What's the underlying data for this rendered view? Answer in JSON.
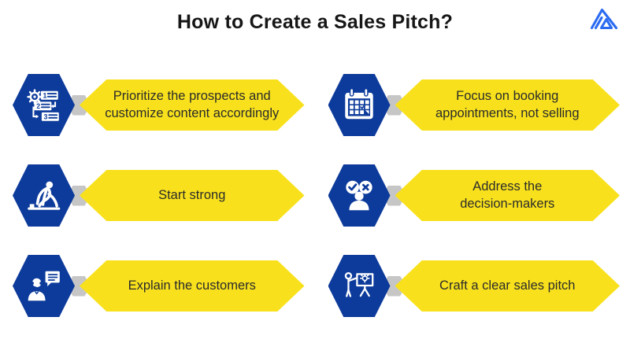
{
  "title": "How to Create a Sales Pitch?",
  "brand": {
    "logo_icon": "mountain-logo-icon",
    "logo_color": "#2a6bf2"
  },
  "colors": {
    "background": "#ffffff",
    "hexagon_blue": "#0d3b9b",
    "banner_yellow": "#f8e11c",
    "connector_gray": "#c6c6c6",
    "title_text": "#161616",
    "banner_text": "#2b2b2b",
    "icon_white": "#ffffff"
  },
  "steps": [
    {
      "icon": "prioritize-list-icon",
      "label": "Prioritize the prospects and customize content accordingly",
      "label_lines": [
        "Prioritize the prospects and",
        "customize content accordingly"
      ]
    },
    {
      "icon": "calendar-booking-icon",
      "label": "Focus on booking appointments, not selling",
      "label_lines": [
        "Focus on booking",
        "appointments, not selling"
      ]
    },
    {
      "icon": "sprinter-start-icon",
      "label": "Start strong",
      "label_lines": [
        "Start strong"
      ]
    },
    {
      "icon": "decision-makers-icon",
      "label": "Address the decision-makers",
      "label_lines": [
        "Address the",
        "decision-makers"
      ]
    },
    {
      "icon": "customer-explain-icon",
      "label": "Explain the customers",
      "label_lines": [
        "Explain the customers"
      ]
    },
    {
      "icon": "sales-pitch-presentation-icon",
      "label": "Craft a clear sales pitch",
      "label_lines": [
        "Craft a clear sales pitch"
      ]
    }
  ]
}
